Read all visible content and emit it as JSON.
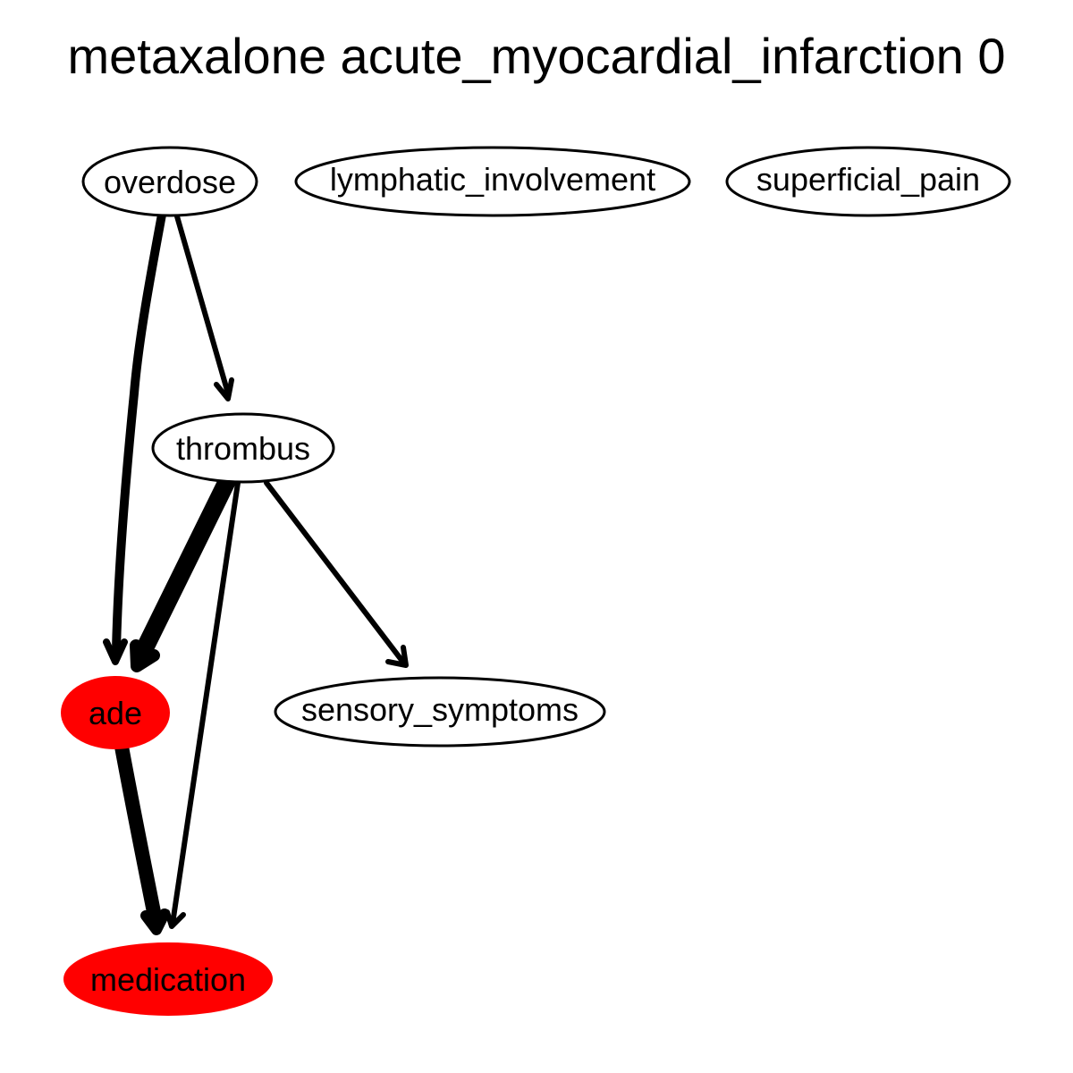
{
  "title": "metaxalone acute_myocardial_infarction 0",
  "colors": {
    "highlight_fill": "#ff0000",
    "default_fill": "#ffffff",
    "stroke": "#000000"
  },
  "nodes": {
    "overdose": {
      "label": "overdose",
      "highlighted": false
    },
    "lymphatic_involvement": {
      "label": "lymphatic_involvement",
      "highlighted": false
    },
    "superficial_pain": {
      "label": "superficial_pain",
      "highlighted": false
    },
    "thrombus": {
      "label": "thrombus",
      "highlighted": false
    },
    "ade": {
      "label": "ade",
      "highlighted": true
    },
    "sensory_symptoms": {
      "label": "sensory_symptoms",
      "highlighted": false
    },
    "medication": {
      "label": "medication",
      "highlighted": true
    }
  },
  "edges": [
    {
      "from": "overdose",
      "to": "ade",
      "weight": "heavy"
    },
    {
      "from": "overdose",
      "to": "thrombus",
      "weight": "normal"
    },
    {
      "from": "thrombus",
      "to": "ade",
      "weight": "very-heavy"
    },
    {
      "from": "thrombus",
      "to": "medication",
      "weight": "normal"
    },
    {
      "from": "thrombus",
      "to": "sensory_symptoms",
      "weight": "normal"
    },
    {
      "from": "ade",
      "to": "medication",
      "weight": "very-heavy"
    }
  ]
}
